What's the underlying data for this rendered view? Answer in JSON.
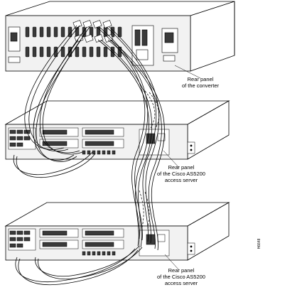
{
  "labels": {
    "converter": {
      "line1": "Rear panel",
      "line2": "of the converter"
    },
    "access_server_top": {
      "line1": "Rear panel",
      "line2": "of the Cisco AS5200",
      "line3": "access server"
    },
    "access_server_bottom": {
      "line1": "Rear panel",
      "line2": "of the Cisco AS5200",
      "line3": "access server"
    },
    "figure_id": "H6648"
  },
  "colors": {
    "line": "#000000",
    "panel_face": "#f2f2f2",
    "chassis_top": "#ffffff",
    "slot_dark": "#3a3a3a",
    "background": "#ffffff"
  }
}
